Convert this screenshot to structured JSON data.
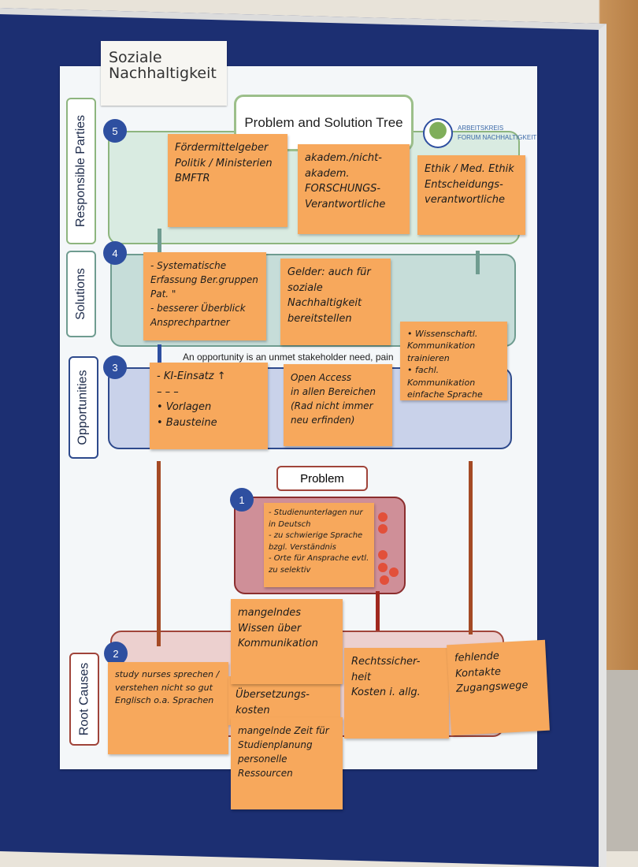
{
  "header_label": "Soziale Nachhaltigkeit",
  "poster": {
    "title": "Problem and Solution Tree",
    "logo": {
      "line1": "ARBEITSKREIS",
      "line2": "FORUM NACHHALTIGKEIT",
      "icon": "tree-icon"
    },
    "opportunity_hint": "An opportunity is an unmet stakeholder need, pain",
    "problem_label": "Problem",
    "sections": [
      {
        "number": "5",
        "label": "Responsible Parties"
      },
      {
        "number": "4",
        "label": "Solutions"
      },
      {
        "number": "3",
        "label": "Opportunities"
      },
      {
        "number": "1",
        "label": ""
      },
      {
        "number": "2",
        "label": "Root Causes"
      }
    ]
  },
  "notes": {
    "responsible": [
      "Fördermittelgeber\nPolitik / Ministerien\nBMFTR",
      "akadem./nicht-akadem. FORSCHUNGS-\nVerantwortliche",
      "Ethik / Med. Ethik\nEntscheidungs-\nverantwortliche"
    ],
    "solutions": [
      "- Systematische Erfassung Ber.gruppen Pat. \"\n- besserer Überblick Ansprechpartner",
      "Gelder: auch für soziale Nachhaltigkeit bereitstellen",
      "• Wissenschaftl. Kommunikation trainieren\n• fachl. Kommunikation einfache Sprache"
    ],
    "opportunities": [
      "- KI-Einsatz ↑\n– – –\n• Vorlagen\n• Bausteine",
      "Open Access\nin allen Bereichen\n(Rad nicht immer neu erfinden)"
    ],
    "problem": "- Studienunterlagen nur in Deutsch\n- zu schwierige Sprache bzgl. Verständnis\n- Orte für Ansprache evtl. zu selektiv",
    "root_causes": [
      "study nurses sprechen / verstehen nicht so gut Englisch o.a. Sprachen",
      "mangelndes Wissen über Kommunikation",
      "Übersetzungs-\nkosten",
      "mangelnde Zeit für Studienplanung\npersonelle Ressourcen",
      "Rechtssicher-\nheit\nKosten i. allg.",
      "fehlende Kontakte\nZugangswege"
    ]
  }
}
